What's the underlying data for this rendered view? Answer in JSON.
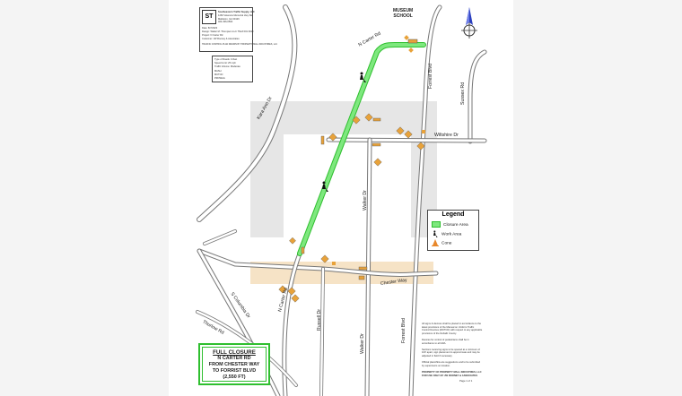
{
  "title_block": {
    "company": "Southeastern Traffic Supply, LLC",
    "address_lines": [
      "1260 Veterans Memorial Hwy SE",
      "Mableton, GA 30126",
      "404-336-0500"
    ],
    "date_label": "Date: 8/7/2023",
    "designer_label": "Design: Walter M. Thompson LLC TNL# 001 0910",
    "project_label": "Project: N Carter Rd",
    "customer_label": "Customer: JW Rooney & Associates",
    "plan_note": "TRAFFIC CONTROL PLAN DRAWN BY PROPERTY MALL INDUSTRIES, LLC"
  },
  "info_block": {
    "lines": [
      "Type of Roads: Urban",
      "Speed Limit: 25 mph",
      "Traffic Volume: Moderate",
      "MASH",
      "MUTCD",
      "PROWAG"
    ]
  },
  "labels": {
    "school": [
      "MUSEUM",
      "SCHOOL"
    ],
    "n_carter_rd_top": "N Carter Rd",
    "n_carter_rd_bottom": "N Carter Rd",
    "kara_ann_dr": "Kara Ann Dr",
    "wiltshire_dr": "Wiltshire Dr",
    "forrest_blvd_top": "Forrest Blvd",
    "forrest_blvd_bottom": "Forrest Blvd",
    "sussex_rd": "Sussex Rd",
    "walker_dr_mid": "Walker Dr",
    "walker_dr_bottom": "Walker Dr",
    "chester_way": "Chester Way",
    "s_columbia_dr": "S Columbia Dr",
    "russell_dr": "Russell Dr",
    "thurlow_rd": "Thurlow Rd"
  },
  "legend": {
    "title": "Legend",
    "items": [
      {
        "label": "Closure Area",
        "color": "#7ee87e"
      },
      {
        "label": "Work Area",
        "icon": "worker-icon"
      },
      {
        "label": "Cone",
        "icon": "cone-icon",
        "color": "#e8872a"
      }
    ]
  },
  "closure_box": {
    "lines": [
      "FULL CLOSURE",
      "N CARTER RD",
      "FROM CHESTER WAY",
      "TO FORRIST BLVD",
      "(2,550 FT)"
    ]
  },
  "notes": {
    "lines": [
      "All signs & devices shall be placed in accordance to the",
      "latest provisions of the Manual on Uniform Traffic",
      "Control Devices (MUTCD) with respect to any applicable",
      "provisions of the DeKalb County.",
      "",
      "Devices for control of pedestrians shall be in",
      "accordance to all ADA.",
      "",
      "Sections receiving signs to be spaced at a minimum of",
      "100' apart, sign placement to approximate and may be",
      "adjusted in field if necessary.",
      "",
      "Official plans/flow are suggestions and to be submitted",
      "by supervisors on location.",
      "",
      "PROPERTY OF PROPERTY MALL INDUSTRIES, LLC",
      "FOR USE ONLY BY JW ROONEY & ASSOCIATES"
    ]
  },
  "page_number": "Page 1 of 1",
  "colors": {
    "closure": "#7ee87e",
    "road": "#7a7a7a",
    "gray_zone": "#e6e6e6",
    "tan_zone": "#f6e3c6",
    "sign": "#e8a23a"
  }
}
